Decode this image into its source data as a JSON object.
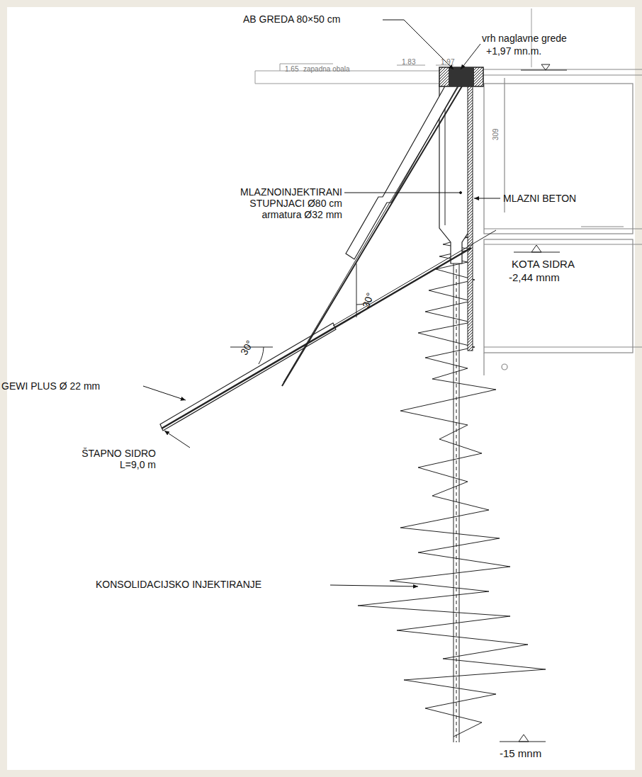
{
  "diagram": {
    "labels": [
      "AB GREDA 80×50 cm",
      "vrh naglavne grede",
      "+1,97 mn.m.",
      "1.65",
      "zapadna obala",
      "1.83",
      "1.97",
      "309",
      "MLAZNOINJEKTIRANI STUPNJACI Ø80 cm armatura Ø32 mm",
      "MLAZNI BETON",
      "KOTA SIDRA",
      "-2,44 mnm",
      "30°",
      "30°",
      "GEWI PLUS Ø 22 mm",
      "ŠTAPNO SIDRO L=9,0 m",
      "KONSOLIDACIJSKO INJEKTIRANJE",
      "-15 mnm"
    ]
  }
}
